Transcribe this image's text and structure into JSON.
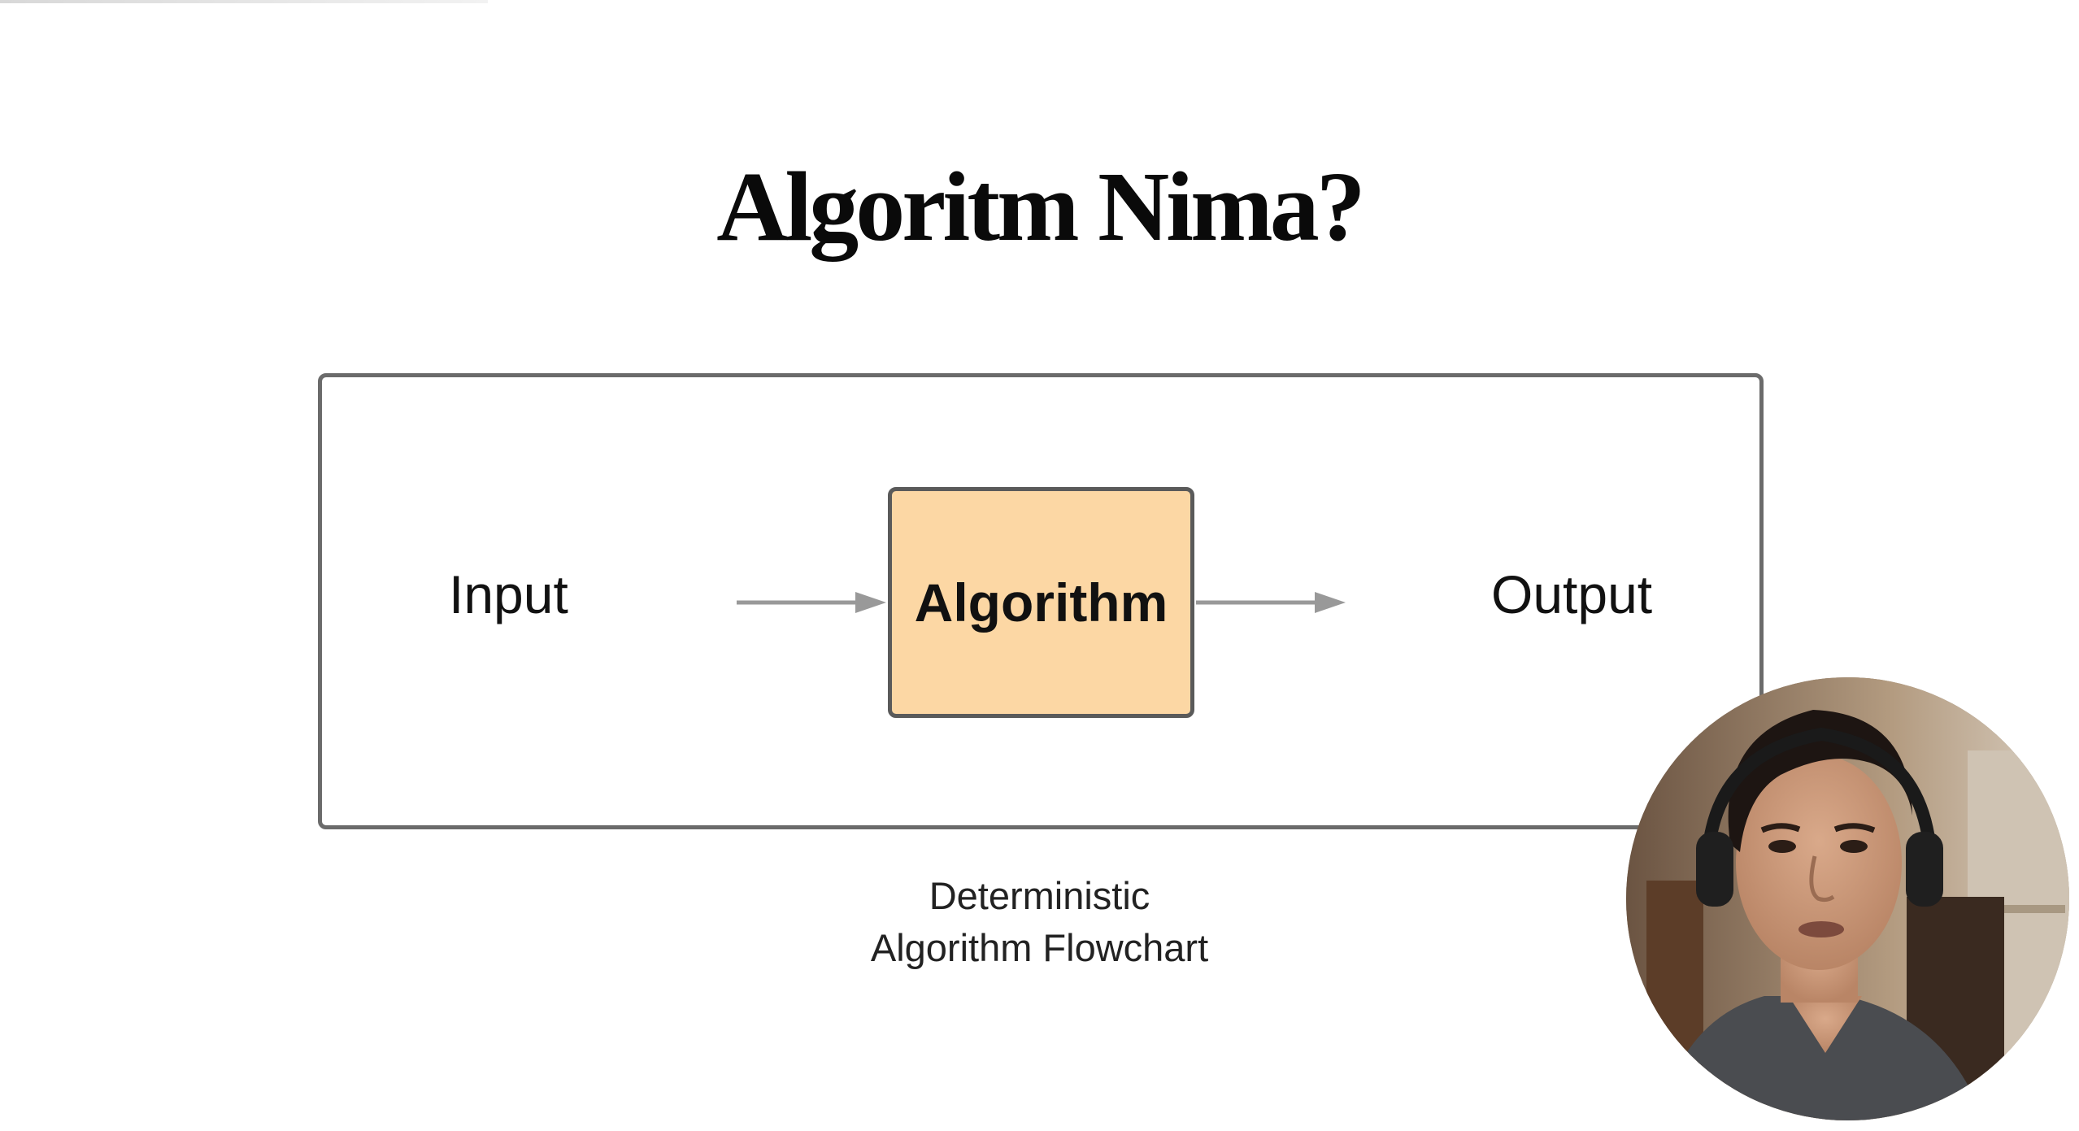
{
  "slide": {
    "title": "Algoritm Nima?"
  },
  "diagram": {
    "input_label": "Input",
    "process_label": "Algorithm",
    "output_label": "Output",
    "caption_line1": "Deterministic",
    "caption_line2": "Algorithm Flowchart",
    "process_color": "#fcd7a4",
    "arrow_color": "#999999",
    "frame_color": "#6b6b6b"
  }
}
